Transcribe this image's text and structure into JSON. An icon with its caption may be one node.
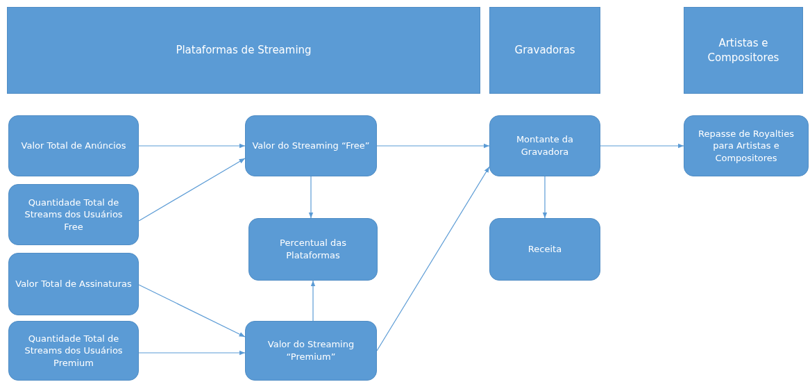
{
  "diagram": {
    "nodes": [
      {
        "text": [
          "Plataformas de Streaming"
        ]
      },
      {
        "text": [
          "Gravadoras"
        ]
      },
      {
        "text": [
          "Artistas e Compositores"
        ]
      },
      {
        "text": [
          "Valor Total de Anúncios"
        ]
      },
      {
        "text": [
          "Valor do Streaming “Free”"
        ]
      },
      {
        "text": [
          "Montante da Gravadora"
        ]
      },
      {
        "text": [
          "Repasse de Royalties para Artistas e Compositores"
        ]
      },
      {
        "text": [
          "Quantidade Total de Streams dos Usuários Free"
        ]
      },
      {
        "text": [
          "Percentual das Plataformas"
        ]
      },
      {
        "text": [
          "Receita"
        ]
      },
      {
        "text": [
          "Valor Total de Assinaturas"
        ]
      },
      {
        "text": [
          "Quantidade Total de Streams dos Usuários Premium"
        ]
      },
      {
        "text": [
          "Valor do Streaming “Premium”"
        ]
      }
    ],
    "edges": [
      {
        "from": 3,
        "to": 4,
        "arrow": "to"
      },
      {
        "from": 7,
        "to": 4,
        "arrow": "to"
      },
      {
        "from": 4,
        "to": 8,
        "arrow": "to"
      },
      {
        "from": 12,
        "to": 8,
        "arrow": "to"
      },
      {
        "from": 10,
        "to": 12,
        "arrow": "to"
      },
      {
        "from": 11,
        "to": 12,
        "arrow": "to"
      },
      {
        "from": 4,
        "to": 5,
        "arrow": "to"
      },
      {
        "from": 12,
        "to": 5,
        "arrow": "to"
      },
      {
        "from": 5,
        "to": 9,
        "arrow": "to"
      },
      {
        "from": 5,
        "to": 6,
        "arrow": "to"
      }
    ]
  }
}
